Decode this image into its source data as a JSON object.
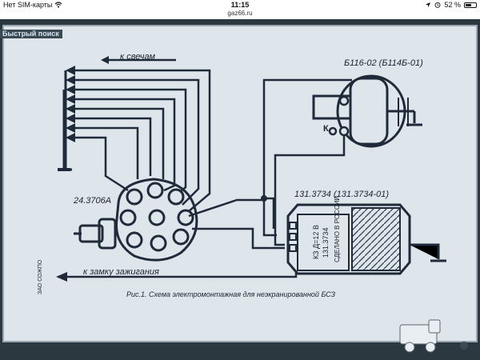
{
  "status_bar": {
    "carrier": "Нет SIM-карты",
    "time": "11:15",
    "url": "gaz66.ru",
    "battery": "52 %",
    "battery_level": 0.52
  },
  "overlay_tab": "Быстрый поиск",
  "diagram": {
    "label_spark": "к свечам",
    "label_coil": "Б116-02 (Б114Б-01)",
    "label_k": "К",
    "label_switch": "131.3734 (131.3734-01)",
    "label_distributor": "24.3706А",
    "label_ignition": "к замку зажигания",
    "caption": "Рис.1. Схема электромонтажная для неэкранированной БСЗ",
    "stamp": "ЗАО СОЖПО",
    "switch_text_1": "КЗ Д=12 В",
    "switch_text_2": "131.3734",
    "switch_text_3": "СДЕЛАНО В РОССИИ"
  },
  "colors": {
    "paper": "#e3e9ee",
    "line": "#1f2a3a",
    "statusbar": "#ffffff"
  }
}
